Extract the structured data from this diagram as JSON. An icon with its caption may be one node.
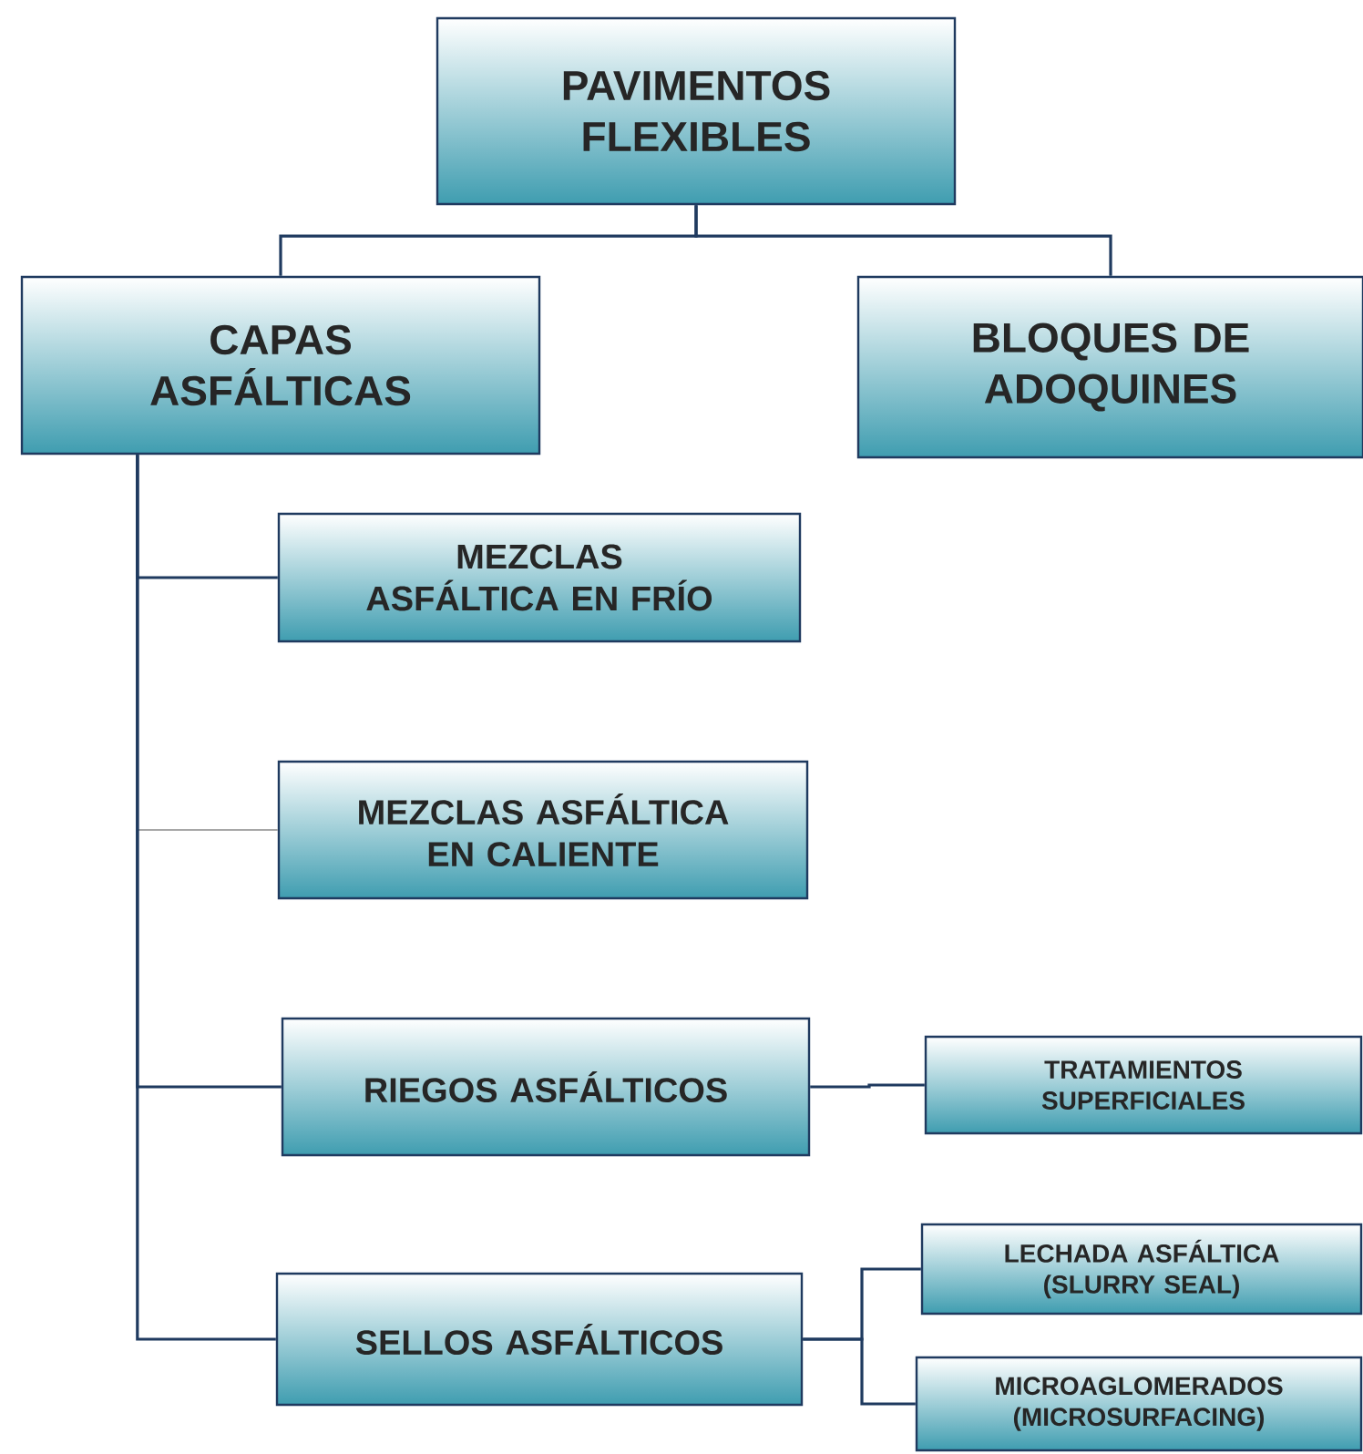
{
  "diagram": {
    "nodes": [
      {
        "text": [
          "PAVIMENTOS FLEXIBLES"
        ]
      },
      {
        "text": [
          "CAPAS ASFÁLTICAS"
        ]
      },
      {
        "text": [
          "BLOQUES DE ADOQUINES"
        ]
      },
      {
        "text": [
          "MEZCLAS ASFÁLTICA EN FRÍO"
        ]
      },
      {
        "text": [
          "MEZCLAS ASFÁLTICA EN CALIENTE"
        ]
      },
      {
        "text": [
          "RIEGOS ASFÁLTICOS"
        ]
      },
      {
        "text": [
          "SELLOS ASFÁLTICOS"
        ]
      },
      {
        "text": [
          "TRATAMIENTOS SUPERFICIALES"
        ]
      },
      {
        "text": [
          "LECHADA ASFÁLTICA (SLURRY SEAL)"
        ]
      },
      {
        "text": [
          "MICROAGLOMERADOS (MICROSURFACING)"
        ]
      }
    ],
    "edges": [
      {
        "from": 0,
        "to": 1,
        "arrow": "none"
      },
      {
        "from": 0,
        "to": 2,
        "arrow": "none"
      },
      {
        "from": 1,
        "to": 3,
        "arrow": "none"
      },
      {
        "from": 1,
        "to": 4,
        "arrow": "none",
        "color": "#8a8a8a"
      },
      {
        "from": 1,
        "to": 5,
        "arrow": "none"
      },
      {
        "from": 1,
        "to": 6,
        "arrow": "none"
      },
      {
        "from": 5,
        "to": 7,
        "arrow": "none"
      },
      {
        "from": 6,
        "to": 8,
        "arrow": "none"
      },
      {
        "from": 6,
        "to": 9,
        "arrow": "none"
      }
    ]
  }
}
